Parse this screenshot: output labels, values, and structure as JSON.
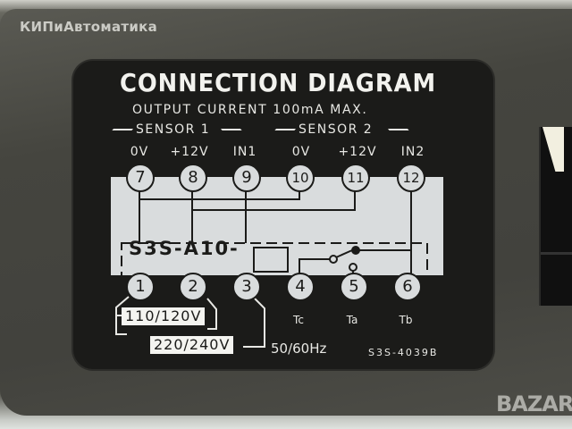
{
  "watermark": "КИПиАвтоматика",
  "label": {
    "title": "CONNECTION  DIAGRAM",
    "subtitle": "OUTPUT CURRENT 100mA MAX.",
    "sensor1": "SENSOR 1",
    "sensor2": "SENSOR 2",
    "top_terminal_labels": [
      "0V",
      "+12V",
      "IN1",
      "0V",
      "+12V",
      "IN2"
    ],
    "top_terminals": [
      "7",
      "8",
      "9",
      "10",
      "11",
      "12"
    ],
    "bottom_terminals": [
      "1",
      "2",
      "3",
      "4",
      "5",
      "6"
    ],
    "model": "S3S-A10-",
    "contact_labels": [
      "Tc",
      "Ta",
      "Tb"
    ],
    "voltage_110": "110/120V",
    "voltage_220": "220/240V",
    "frequency": "50/60Hz",
    "part_number": "S3S-4039B"
  },
  "bazar_logo": "BAZAR"
}
